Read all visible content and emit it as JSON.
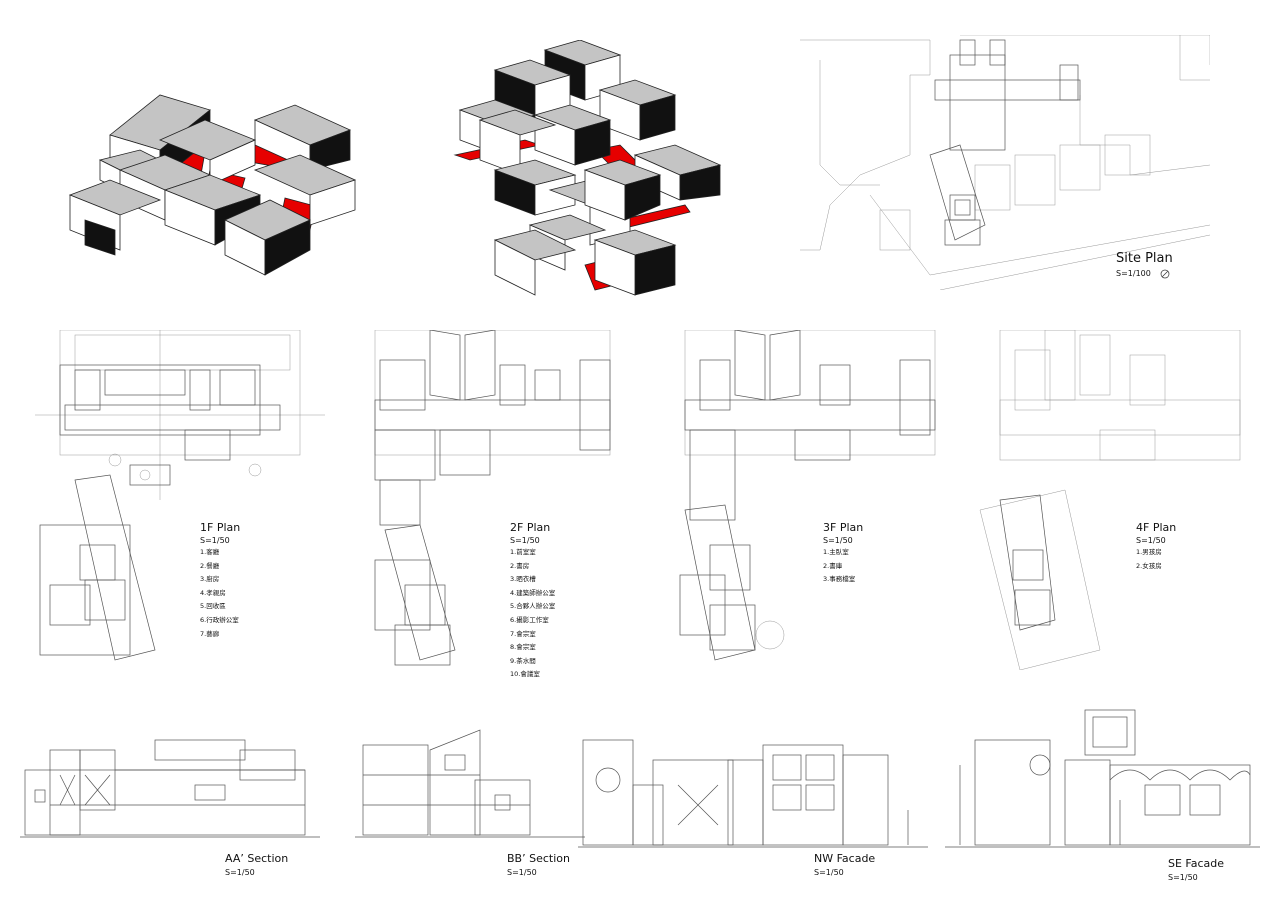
{
  "site_plan": {
    "title": "Site  Plan",
    "scale": "S=1/100"
  },
  "plans": [
    {
      "title": "1F Plan",
      "scale": "S=1/50",
      "rooms": [
        "1.客廳",
        "2.餐廳",
        "3.廚房",
        "4.孝親房",
        "5.回收區",
        "6.行政辦公室",
        "7.藝廊"
      ]
    },
    {
      "title": "2F Plan",
      "scale": "S=1/50",
      "rooms": [
        "1.前室室",
        "2.書房",
        "3.晒衣槽",
        "4.建築師辦公室",
        "5.合夥人辦公室",
        "6.攝影工作室",
        "7.會宗室",
        "8.會宗室",
        "9.茶水間",
        "10.會議室"
      ]
    },
    {
      "title": "3F Plan",
      "scale": "S=1/50",
      "rooms": [
        "1.主臥室",
        "2.書庫",
        "3.事務檔室"
      ]
    },
    {
      "title": "4F Plan",
      "scale": "S=1/50",
      "rooms": [
        "1.男孩房",
        "2.女孩房"
      ]
    }
  ],
  "sections": [
    {
      "title": "AA’ Section",
      "scale": "S=1/50"
    },
    {
      "title": "BB’ Section",
      "scale": "S=1/50"
    },
    {
      "title": "NW Facade",
      "scale": "S=1/50"
    },
    {
      "title": "SE Facade",
      "scale": "S=1/50"
    }
  ],
  "colors": {
    "accent_red": "#e60000",
    "roof_gray": "#bdbdbd",
    "line": "#555555"
  }
}
